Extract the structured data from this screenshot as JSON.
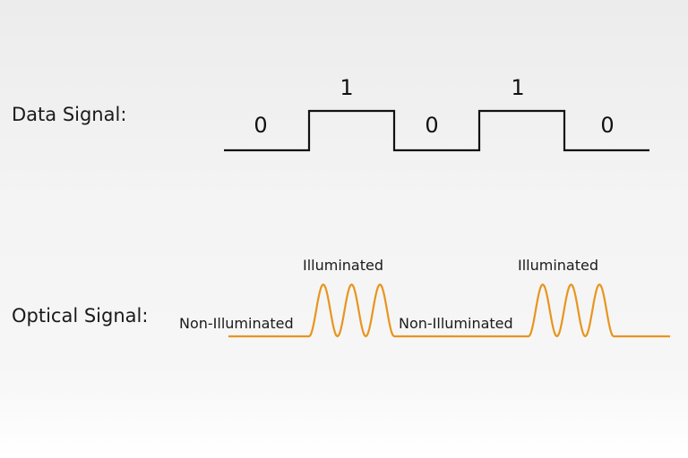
{
  "data_signal": {
    "label": "Data Signal:",
    "bits": [
      "0",
      "1",
      "0",
      "1",
      "0"
    ]
  },
  "optical_signal": {
    "label": "Optical Signal:",
    "states": [
      "Non-Illuminated",
      "Illuminated",
      "Non-Illuminated",
      "Illuminated"
    ],
    "wave_color": "#E8951F"
  },
  "colors": {
    "line": "#111111",
    "wave": "#E8951F"
  }
}
